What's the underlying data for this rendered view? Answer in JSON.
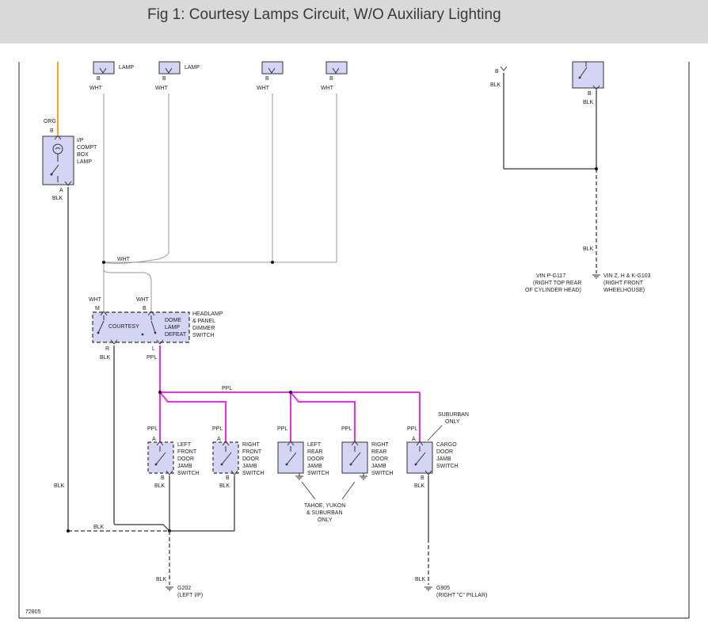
{
  "figure": {
    "title": "Fig 1: Courtesy Lamps Circuit, W/O Auxiliary Lighting",
    "number": "72805"
  },
  "colors": {
    "orange": "#f5a21e",
    "pink": "#ee2ee6",
    "grey": "#555555",
    "black": "#111111",
    "component_fill": "#d4d4f4",
    "header_bg": "#d9d9d9"
  },
  "top": {
    "lamp1": {
      "label": "LAMP",
      "pin": "B",
      "wire": "WHT"
    },
    "lamp2": {
      "label": "LAMP",
      "pin": "B",
      "wire": "WHT"
    },
    "lamp3": {
      "pin": "B",
      "wire": "WHT"
    },
    "lamp4": {
      "pin": "B",
      "wire": "WHT"
    },
    "bus_wire": "WHT"
  },
  "ip_lamp": {
    "wire_top": "ORG",
    "pin_top": "B",
    "label": [
      "I/P",
      "COMPT",
      "BOX",
      "LAMP"
    ],
    "pin_bottom": "A",
    "wire_bottom": "BLK"
  },
  "switch_main": {
    "pin_m": "M",
    "pin_b": "B",
    "wire_m": "WHT",
    "wire_b": "WHT",
    "courtesy": "COURTESY",
    "dome": [
      "DOME",
      "LAMP",
      "DEFEAT"
    ],
    "label": [
      "HEADLAMP",
      "& PANEL",
      "DIMMER",
      "SWITCH"
    ],
    "pin_r": "R",
    "pin_l": "L",
    "wire_r": "BLK",
    "wire_l": "PPL"
  },
  "ppl_bus": "PPL",
  "door_switches": [
    {
      "label": [
        "LEFT",
        "FRONT",
        "DOOR",
        "JAMB",
        "SWITCH"
      ],
      "pin_top": "A",
      "pin_bottom": "B",
      "wire_top": "PPL",
      "wire_bottom": "BLK"
    },
    {
      "label": [
        "RIGHT",
        "FRONT",
        "DOOR",
        "JAMB",
        "SWITCH"
      ],
      "pin_top": "A",
      "pin_bottom": "B",
      "wire_top": "PPL",
      "wire_bottom": "BLK"
    },
    {
      "label": [
        "LEFT",
        "REAR",
        "DOOR",
        "JAMB",
        "SWITCH"
      ],
      "wire_top": "PPL"
    },
    {
      "label": [
        "RIGHT",
        "REAR",
        "DOOR",
        "JAMB",
        "SWITCH"
      ],
      "wire_top": "PPL"
    },
    {
      "label": [
        "CARGO",
        "DOOR",
        "JAMB",
        "SWITCH"
      ],
      "pin_top": "A",
      "pin_bottom": "B",
      "wire_top": "PPL",
      "wire_bottom": "BLK"
    }
  ],
  "suburban_only": [
    "SUBURBAN",
    "ONLY"
  ],
  "rear_note": [
    "TAHOE, YUKON",
    "& SUBURBAN",
    "ONLY"
  ],
  "blk_left": "BLK",
  "blk_bus": "BLK",
  "g202": {
    "wire": "BLK",
    "name": "G202",
    "note": "(LEFT I/P)"
  },
  "g905": {
    "wire": "BLK",
    "name": "G905",
    "note": "(RIGHT \"C\" PILLAR)"
  },
  "right_top": {
    "left_pin": "B",
    "left_wire": "BLK",
    "sw_pin": "B",
    "sw_wire": "BLK",
    "ground_wire": "BLK",
    "g117": [
      "VIN P-G117",
      "(RIGHT TOP REAR",
      "OF CYLINDER HEAD)"
    ],
    "g103": [
      "VIN Z, H & K-G103",
      "(RIGHT FRONT",
      "WHEELHOUSE)"
    ]
  }
}
